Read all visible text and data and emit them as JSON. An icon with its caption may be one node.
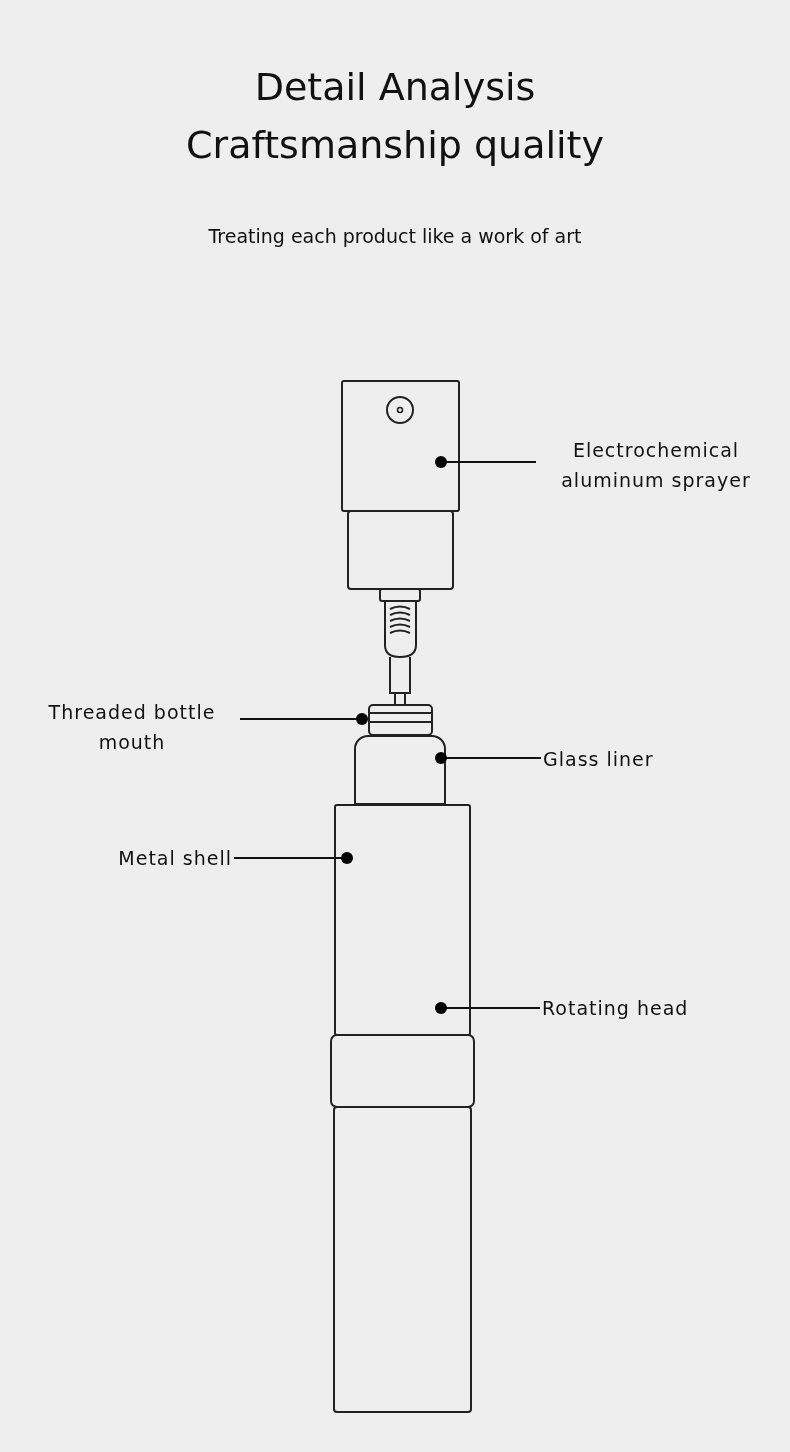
{
  "diagram": {
    "title": "Detail Analysis Craftsmanship quality",
    "nodes": [
      {
        "text": [
          "Electrochemical aluminum sprayer"
        ]
      },
      {
        "text": [],
        "shape": "box"
      },
      {
        "text": [
          "Threaded bottle mouth"
        ]
      },
      {
        "text": [],
        "shape": "box"
      },
      {
        "text": [
          "Glass liner"
        ]
      },
      {
        "text": [],
        "shape": "box"
      },
      {
        "text": [
          "Metal shell"
        ]
      },
      {
        "text": [],
        "shape": "box"
      },
      {
        "text": [
          "Rotating head"
        ]
      }
    ],
    "edges": [
      {
        "from": 0,
        "to": 1,
        "arrow": "other"
      },
      {
        "from": 2,
        "to": 3,
        "arrow": "other"
      },
      {
        "from": 4,
        "to": 5,
        "arrow": "other"
      },
      {
        "from": 6,
        "to": 7,
        "arrow": "other"
      },
      {
        "from": 8,
        "to": 7,
        "arrow": "other"
      }
    ],
    "labels": [
      "Treating each product like a work of art"
    ]
  }
}
